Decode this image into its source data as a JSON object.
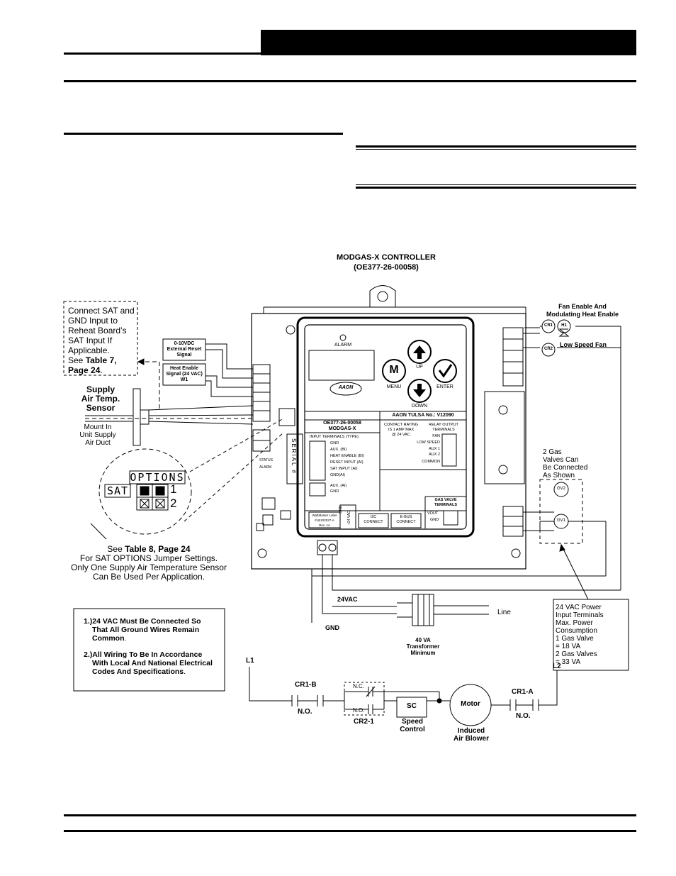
{
  "header": {
    "bar_text": ""
  },
  "controller": {
    "title": "MODGAS-X CONTROLLER",
    "part": "(OE377-26-00058)"
  },
  "sat_note": [
    "Connect SAT and",
    "GND Input to",
    "Reheat Board’s",
    "SAT Input If",
    "Applicable.",
    "See ",
    "Table 7,",
    "Page 24",
    "."
  ],
  "signals": {
    "reset": [
      "0-10VDC",
      "External Reset",
      "Signal"
    ],
    "heat": [
      "Heat Enable",
      "Signal (24 VAC)",
      "W1"
    ]
  },
  "sensor": {
    "label": [
      "Supply",
      "Air Temp.",
      "Sensor"
    ],
    "mount": [
      "Mount In",
      "Unit Supply",
      "Air Duct"
    ]
  },
  "options": {
    "title": "OPTIONS",
    "sat": "SAT",
    "row1": "1",
    "row2": "2"
  },
  "sat_ref": {
    "see": "See ",
    "ref": "Table 8, Page 24",
    "line2": "For SAT OPTIONS Jumper Settings.",
    "line3": "Only One Supply Air Temperature Sensor",
    "line4": "Can Be Used Per Application."
  },
  "notes": {
    "n1": [
      "1.)",
      "24 VAC Must Be Connected So",
      "That All Ground Wires Remain",
      "Common",
      "."
    ],
    "n2": [
      "2.)",
      "All Wiring To Be In Accordance",
      "With Local And National Electrical",
      "Codes And Specifications",
      "."
    ]
  },
  "faceplate": {
    "alarm": "ALARM",
    "up": "UP",
    "menu": "MENU",
    "enter": "ENTER",
    "down": "DOWN",
    "m": "M",
    "logo": "AAON",
    "tulsa": "AAON TULSA No.: V12090",
    "model": [
      "OE377-26-00058",
      "MODGAS-X"
    ],
    "contact": [
      "CONTACT RATING",
      "IS 1 AMP MAX",
      "@ 24 VAC"
    ],
    "relay_title": [
      "RELAY OUTPUT",
      "TERMINALS"
    ],
    "relay": [
      "FAN",
      "LOW SPEED",
      "AUX 1",
      "AUX 2",
      "COMMON"
    ],
    "input_title": "INPUT TERMINALS (TYPE)",
    "inputs": [
      "GND",
      "AUX. (BI)",
      "HEAT ENABLE (BI)",
      "RESET INPUT (AI)",
      "SAT INPUT (AI)",
      "GND(AI)"
    ],
    "inputs2": [
      "AUX. (AI)",
      "GND"
    ],
    "gas_title": [
      "GAS VALVE",
      "TERMINALS"
    ],
    "gas": [
      "VOUT",
      "GND"
    ],
    "wm": [
      "WattMaster Label",
      "#LB102027-A",
      "Rev. 1A"
    ],
    "pwr": [
      "GND",
      "+24 VAC"
    ],
    "i2c": [
      "I2C",
      "CONNECT"
    ],
    "ebus": [
      "E-BUS",
      "CONNECT"
    ]
  },
  "board_small": {
    "status": "STATUS",
    "alarm": "ALARM",
    "serial": "SERIAL #"
  },
  "fan": {
    "enable": [
      "Fan Enable And",
      "Modulating Heat Enable"
    ],
    "low": "Low Speed Fan",
    "cr1": "CR1",
    "h1": "H1",
    "cr2": "CR2"
  },
  "gas_valves": {
    "note": [
      "2 Gas",
      "Valves Can",
      "Be Connected",
      "As Shown"
    ],
    "gv1": "GV1",
    "gv2": "GV2"
  },
  "power_note": [
    "24 VAC Power",
    "Input Terminals",
    "Max. Power",
    "Consumption",
    "1 Gas Valve",
    "= 18 VA",
    "2 Gas Valves",
    "= 33 VA"
  ],
  "transformer": {
    "vac": "24VAC",
    "gnd": "GND",
    "line": "Line",
    "label": [
      "40 VA",
      "Transformer",
      "Minimum"
    ]
  },
  "ladder": {
    "l1": "L1",
    "l2": "L2",
    "cr1b": "CR1-B",
    "no1": "N.O.",
    "nc": "N.C.",
    "no2": "N.O.",
    "cr21": "CR2-1",
    "sc": "SC",
    "speed": [
      "Speed",
      "Control"
    ],
    "motor": "Motor",
    "blower": [
      "Induced",
      "Air Blower"
    ],
    "cr1a": "CR1-A",
    "no3": "N.O."
  }
}
